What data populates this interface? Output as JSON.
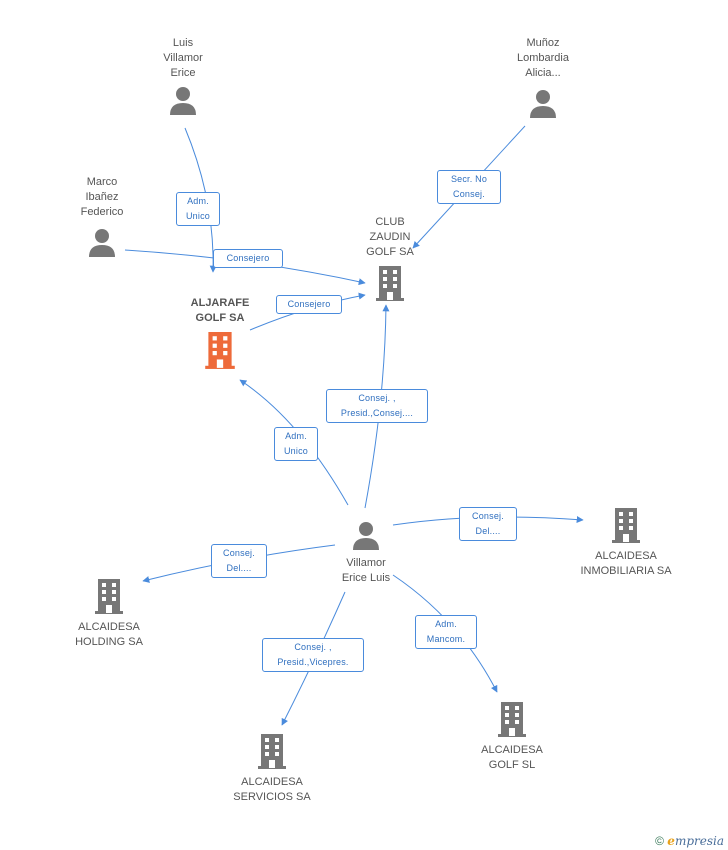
{
  "colors": {
    "edge": "#4a8bdc",
    "person": "#777777",
    "company": "#777777",
    "highlight": "#ee6a3a"
  },
  "nodes": [
    {
      "id": "luis_villamor",
      "type": "person",
      "label": "Luis\nVillamor\nErice"
    },
    {
      "id": "munoz_lombardia",
      "type": "person",
      "label": "Muñoz\nLombardia\nAlicia..."
    },
    {
      "id": "marco_ibanez",
      "type": "person",
      "label": "Marco\nIbañez\nFederico"
    },
    {
      "id": "club_zaudin",
      "type": "company",
      "label": "CLUB\nZAUDIN\nGOLF SA"
    },
    {
      "id": "aljarafe_golf",
      "type": "company",
      "highlight": true,
      "label": "ALJARAFE\nGOLF SA"
    },
    {
      "id": "villamor_erice_luis",
      "type": "person",
      "label": "Villamor\nErice Luis"
    },
    {
      "id": "alcaidesa_inmobiliaria",
      "type": "company",
      "label": "ALCAIDESA\nINMOBILIARIA SA"
    },
    {
      "id": "alcaidesa_holding",
      "type": "company",
      "label": "ALCAIDESA\nHOLDING SA"
    },
    {
      "id": "alcaidesa_servicios",
      "type": "company",
      "label": "ALCAIDESA\nSERVICIOS SA"
    },
    {
      "id": "alcaidesa_golf",
      "type": "company",
      "label": "ALCAIDESA\nGOLF SL"
    }
  ],
  "edges": [
    {
      "id": "luis-aljarafe",
      "label": "Adm.\nUnico"
    },
    {
      "id": "munoz-club",
      "label": "Secr.  No\nConsej."
    },
    {
      "id": "marco-club",
      "label": "Consejero"
    },
    {
      "id": "aljarafe-club",
      "label": "Consejero"
    },
    {
      "id": "villamor-aljarafe",
      "label": "Adm.\nUnico"
    },
    {
      "id": "villamor-club",
      "label": "Consej. ,\nPresid.,Consej...."
    },
    {
      "id": "villamor-inmobiliaria",
      "label": "Consej.\nDel...."
    },
    {
      "id": "villamor-holding",
      "label": "Consej.\nDel...."
    },
    {
      "id": "villamor-servicios",
      "label": "Consej. ,\nPresid.,Vicepres."
    },
    {
      "id": "villamor-golf",
      "label": "Adm.\nMancom."
    }
  ],
  "footer": {
    "copyright": "©",
    "brand_initial": "e",
    "brand_rest": "mpresia"
  }
}
